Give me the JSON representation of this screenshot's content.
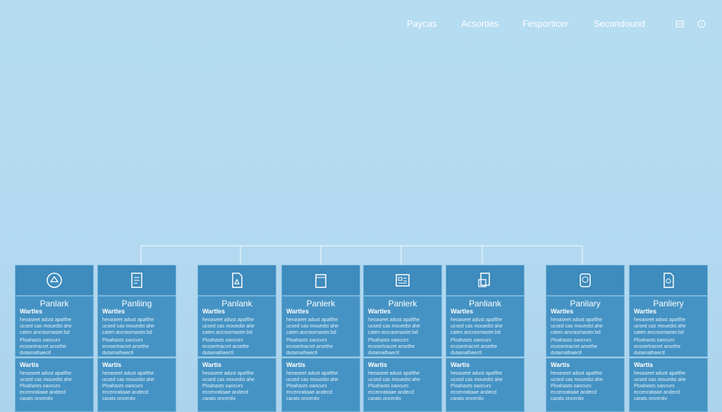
{
  "nav": {
    "links": [
      "Paycas",
      "Acsorties",
      "Fesporticer",
      "Secondound"
    ],
    "icons": [
      "grid-icon",
      "info-icon"
    ]
  },
  "colors": {
    "tile": "#3e8bbd",
    "panel": "#4593c4",
    "border": "#7ab6dc",
    "line": "#e8f4fb"
  },
  "columns": [
    {
      "icon": "shield-icon",
      "title": "Panlark",
      "sub": "Wartles",
      "lines1": [
        "heoaseet adust apafthe",
        "ucsed cas mouedst ahe",
        "caten ancrasmaster.bd"
      ],
      "lines2": [
        "Ploahasts oancurs",
        "ecosertracret arsethe",
        "dutamathaectl"
      ],
      "sub2": "Wartis",
      "lines3": [
        "heoaseet adust apafthe",
        "ucsed cas mouedst ahe",
        "Ploahasts oancurs",
        "eccenratiaae andecd",
        "carats oncentiv"
      ]
    },
    {
      "icon": "checklist-icon",
      "title": "Panliing",
      "sub": "Wartles",
      "lines1": [
        "heoaseet adust apafthe",
        "ucsed cas mouedst ahe",
        "caten ancrasmaster.bd"
      ],
      "lines2": [
        "Ploahasts oancurs",
        "ecosertracret arsethe",
        "dutamathaectl"
      ],
      "sub2": "Wartis",
      "lines3": [
        "heoaseet adust apafthe",
        "ucsed cas mouedst ahe",
        "Ploahasts oancurs",
        "eccenratiaae andecd",
        "carats oncentiv"
      ]
    },
    {
      "icon": "document-icon",
      "title": "Panlank",
      "sub": "Wartles",
      "lines1": [
        "heoaseet adust apafthe",
        "ucsed cas mouedst ahe",
        "caten ancrasmaster.bd"
      ],
      "lines2": [
        "Ploahasts oancurs",
        "ecosertracret arsethe",
        "dutamathaectl"
      ],
      "sub2": "Wartis",
      "lines3": [
        "heoaseet adust apafthe",
        "ucsed cas mouedst ahe",
        "Ploahasts oancurs",
        "eccenratiaae andecd",
        "carats oncentiv"
      ]
    },
    {
      "icon": "folder-icon",
      "title": "Panlerk",
      "sub": "Wartles",
      "lines1": [
        "heoaseet adust apafthe",
        "ucsed cas mouedst ahe",
        "caten ancrasmaster.bd"
      ],
      "lines2": [
        "Ploahasts oancurs",
        "ecosertracret arsethe",
        "dutamathaectl"
      ],
      "sub2": "Wartis",
      "lines3": [
        "heoaseet adust apafthe",
        "ucsed cas mouedst ahe",
        "Ploahasts oancurs",
        "eccenratiaae andecd",
        "carats oncentiv"
      ]
    },
    {
      "icon": "form-icon",
      "title": "Panlerk",
      "sub": "Wartles",
      "lines1": [
        "heoaseet adust apafthe",
        "ucsed cas mouedst ahe",
        "caten ancrasmaster.bd"
      ],
      "lines2": [
        "Ploahasts oancurs",
        "ecosertracret arsethe",
        "dutamathaectl"
      ],
      "sub2": "Wartis",
      "lines3": [
        "heoaseet adust apafthe",
        "ucsed cas mouedst ahe",
        "Ploahasts oancurs",
        "eccenratiaae andecd",
        "carats oncentiv"
      ]
    },
    {
      "icon": "files-icon",
      "title": "Panliank",
      "sub": "Wartles",
      "lines1": [
        "heoaseet adust apafthe",
        "ucsed cas mouedst ahe",
        "caten ancrasmaster.bd"
      ],
      "lines2": [
        "Ploahasts oancurs",
        "ecosertracret arsethe",
        "dutamathaectl"
      ],
      "sub2": "Wartis",
      "lines3": [
        "heoaseet adust apafthe",
        "ucsed cas mouedst ahe",
        "Ploahasts oancurs",
        "eccenratiaae andecd",
        "carats oncentiv"
      ]
    },
    {
      "icon": "badge-icon",
      "title": "Panliary",
      "sub": "Wartles",
      "lines1": [
        "heoaseet adust apafthe",
        "ucsed cas mouedst ahe",
        "caten ancrasmaster.bd"
      ],
      "lines2": [
        "Ploahasts oancurs",
        "ecosertracret arsethe",
        "dutamathaectl"
      ],
      "sub2": "Wartis",
      "lines3": [
        "heoaseet adust apafthe",
        "ucsed cas mouedst ahe",
        "Ploahasts oancurs",
        "eccenratiaae andecd",
        "carats oncentiv"
      ]
    },
    {
      "icon": "settings-doc-icon",
      "title": "Panliery",
      "sub": "Wartles",
      "lines1": [
        "heoaseet adust apafthe",
        "ucsed cas mouedst ahe",
        "caten ancrasmaster.bd"
      ],
      "lines2": [
        "Ploahasts oancurs",
        "ecosertracret arsethe",
        "dutamathaectl"
      ],
      "sub2": "Wartis",
      "lines3": [
        "heoaseet adust apafthe",
        "ucsed cas mouedst ahe",
        "Ploahasts oancurs",
        "eccenratiaae andecd",
        "carats oncentiv"
      ]
    }
  ]
}
